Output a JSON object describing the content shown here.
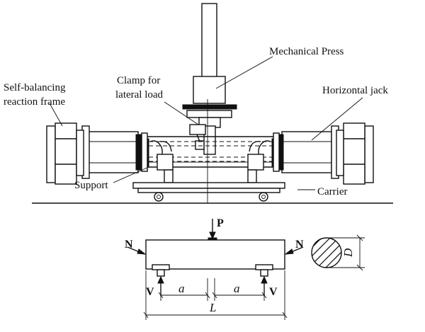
{
  "labels": {
    "mechanical_press": "Mechanical Press",
    "clamp_line1": "Clamp for",
    "clamp_line2": "lateral load",
    "frame_line1": "Self-balancing",
    "frame_line2": "reaction frame",
    "horizontal_jack": "Horizontal jack",
    "support": "Support",
    "carrier": "Carrier"
  },
  "schematic": {
    "load_p": "P",
    "axial_left": "N",
    "axial_right": "N",
    "reaction_left": "V",
    "reaction_right": "V",
    "shear_span_left": "a",
    "shear_span_right": "a",
    "span_length": "L",
    "diameter": "D"
  }
}
